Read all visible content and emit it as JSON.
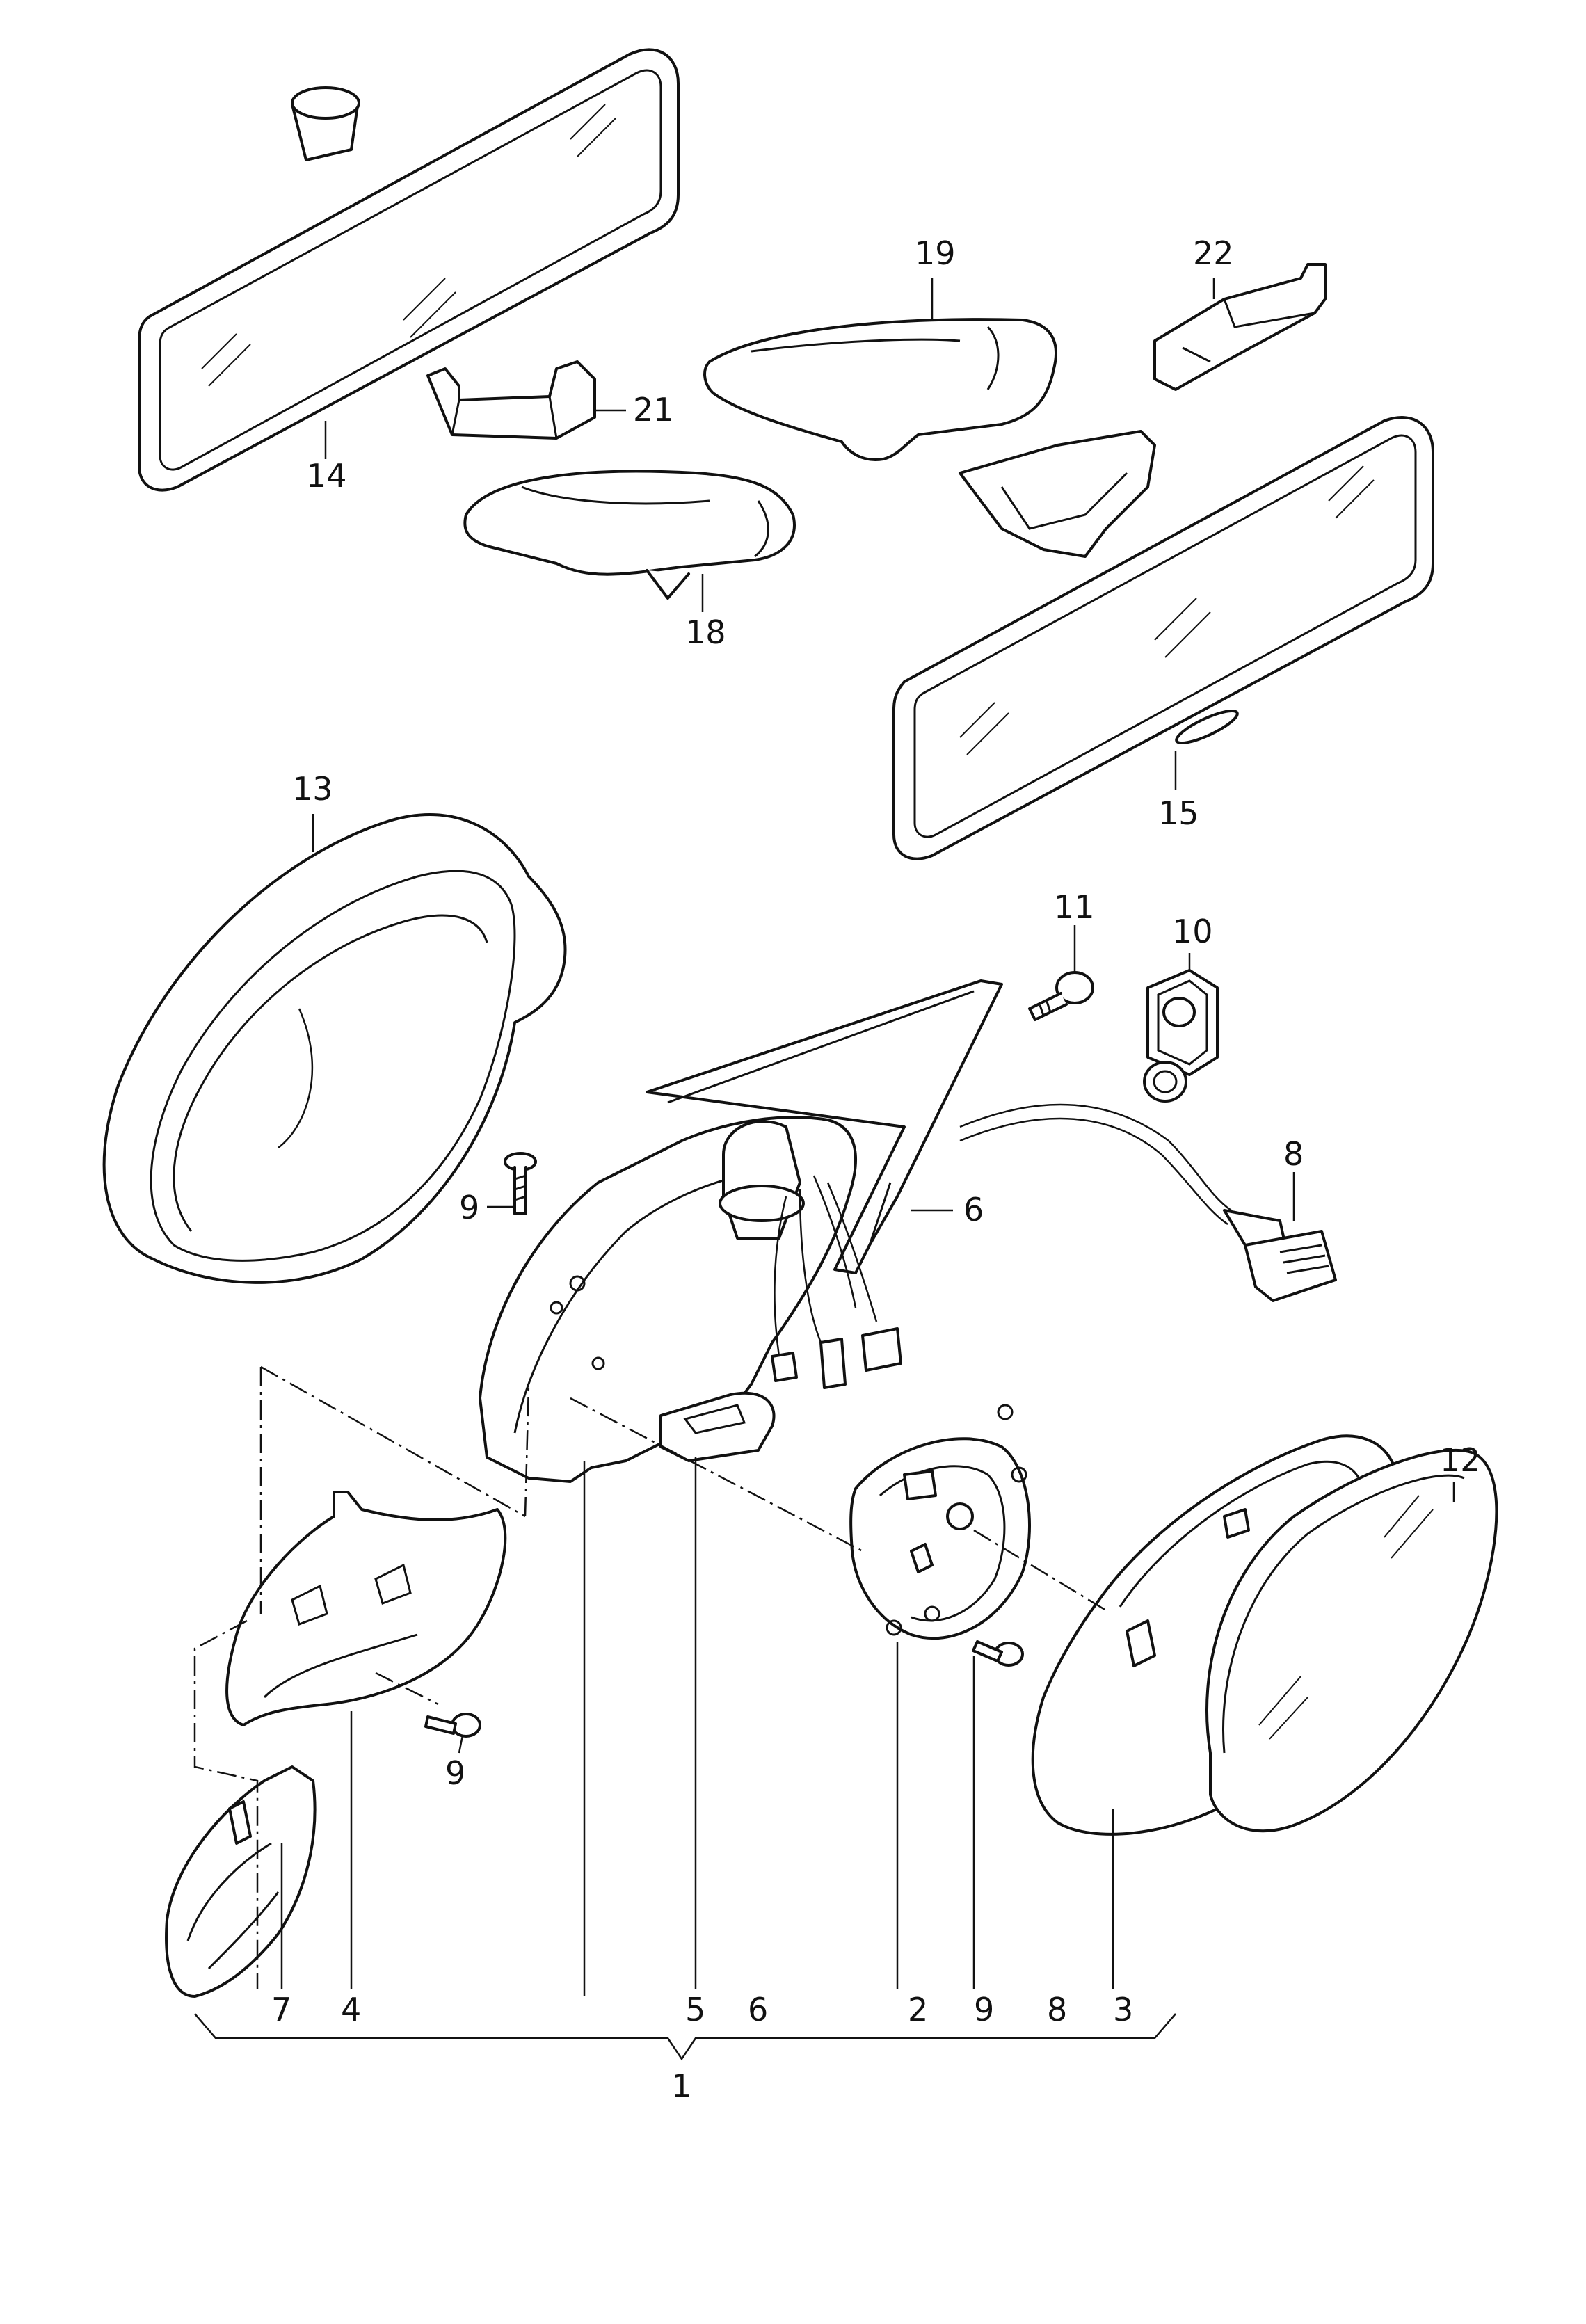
{
  "diagram": {
    "callouts": {
      "c1": "1",
      "c2": "2",
      "c3": "3",
      "c4": "4",
      "c5": "5",
      "c6": "6",
      "c7": "7",
      "c8": "8",
      "c9": "9",
      "c10": "10",
      "c11": "11",
      "c12": "12",
      "c13": "13",
      "c14": "14",
      "c15": "15",
      "c18": "18",
      "c19": "19",
      "c21": "21",
      "c22": "22"
    },
    "bottom_row": {
      "b7": "7",
      "b4": "4",
      "b5": "5",
      "b6": "6",
      "b2": "2",
      "b9": "9",
      "b8": "8",
      "b3": "3",
      "b1": "1"
    }
  }
}
